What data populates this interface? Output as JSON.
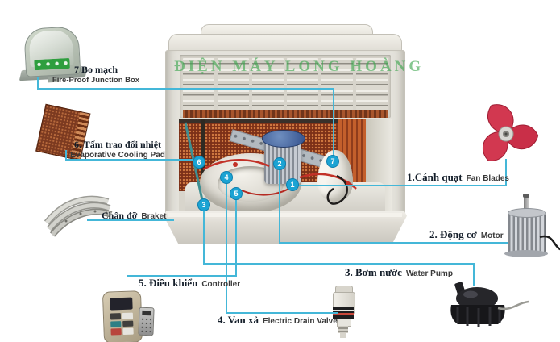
{
  "watermark": "ĐIỆN MÁY LONG HOÀNG",
  "markers": {
    "m1": "1",
    "m2": "2",
    "m3": "3",
    "m4": "4",
    "m5": "5",
    "m6": "6",
    "m7": "7"
  },
  "labels": {
    "fan_blades": {
      "vi": "1.Cánh quạt",
      "en": "Fan Blades"
    },
    "motor": {
      "vi": "2. Động cơ",
      "en": "Motor"
    },
    "water_pump": {
      "vi": "3. Bơm nước",
      "en": "Water Pump"
    },
    "drain_valve": {
      "vi": "4. Van xả",
      "en": "Electric Drain Valve"
    },
    "controller": {
      "vi": "5. Điều khiển",
      "en": "Controller"
    },
    "cooling_pad": {
      "vi": "6. Tấm trao đổi nhiệt",
      "en": "Evaporative Cooling Pad"
    },
    "junction_box": {
      "vi": "7  Bo mạch",
      "en": "Fire-Proof Junction Box"
    },
    "bracket": {
      "vi": "Chân đỡ",
      "en": "Braket"
    }
  },
  "colors": {
    "connector_line": "#44b7d8",
    "marker_badge": "#1ba3d3",
    "watermark_green": "#3aa44c",
    "fan_red": "#d23850",
    "pad_brown": "#7c3018",
    "motor_cap_blue": "#33508c",
    "terminal_green": "#2e9e3e"
  }
}
